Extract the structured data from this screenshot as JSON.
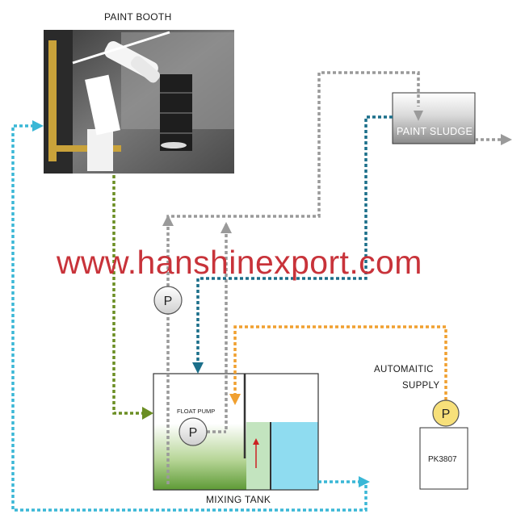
{
  "labels": {
    "paint_booth": "PAINT BOOTH",
    "paint_sludge": "PAINT SLUDGE",
    "watermark": "www.hanshinexport.com",
    "float_pump": "FLOAT PUMP",
    "mixing_tank": "MIXING TANK",
    "automatic": "AUTOMAITIC",
    "supply": "SUPPLY",
    "pk": "PK3807",
    "pump_symbol": "P"
  },
  "colors": {
    "gray_line": "#9a9a9a",
    "green_line": "#6b8e23",
    "teal_line": "#1b6f8a",
    "orange_line": "#f0a030",
    "cyan_line": "#3ab7d6",
    "water": "#8fdcf0",
    "sludge_green": "#7fb04a",
    "watermark_red": "#c8333a",
    "pump_yellow": "#f7e07a"
  }
}
